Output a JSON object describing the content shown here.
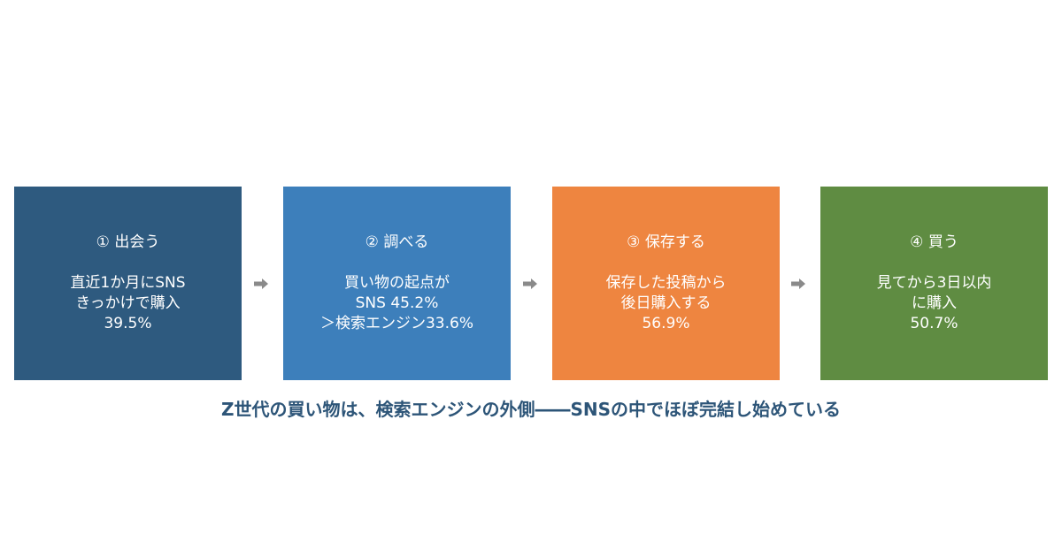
{
  "colors": {
    "step1": "#2e5a7f",
    "step2": "#3d7fbb",
    "step3": "#ee8540",
    "step4": "#5f8c42",
    "arrow": "#8a8a8a",
    "caption": "#2d5578"
  },
  "steps": [
    {
      "title": "① 出会う",
      "lines": [
        "直近1か月にSNS",
        "きっかけで購入",
        "39.5%"
      ]
    },
    {
      "title": "② 調べる",
      "lines": [
        "買い物の起点が",
        "SNS 45.2%",
        "＞検索エンジン33.6%"
      ]
    },
    {
      "title": "③ 保存する",
      "lines": [
        "保存した投稿から",
        "後日購入する",
        "56.9%"
      ]
    },
    {
      "title": "④ 買う",
      "lines": [
        "見てから3日以内",
        "に購入",
        "50.7%"
      ]
    }
  ],
  "arrow_icon": "arrow-right-icon",
  "caption": "Z世代の買い物は、検索エンジンの外側――SNSの中でほぼ完結し始めている"
}
